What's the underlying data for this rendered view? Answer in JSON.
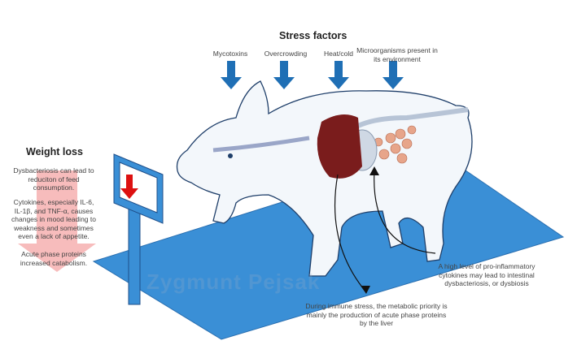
{
  "title": "Stress factors",
  "stress_factors": [
    "Mycotoxins",
    "Overcrowding",
    "Heat/cold",
    "Microorganisms present in its environment"
  ],
  "weight_loss": {
    "heading": "Weight loss",
    "paragraphs": [
      "Dysbacteriosis can lead to reduciton of feed consumption.",
      "Cytokines, especially IL-6, IL-1β, and TNF-α, causes changes in mood leading to weakness and sometimes even a lack of appetite.",
      "Acute phase proteins increased catabolism."
    ]
  },
  "annotations": {
    "liver": "During immune stress, the metabolic priority is mainly the production of acute phase proteins  by the liver",
    "intestine": "A high level of pro-inflammatory cytokines may lead to intestinal dysbacteriosis, or dysbiosis"
  },
  "watermark": "Zygmunt Pejsak",
  "colors": {
    "arrow_blue": "#1f6fb5",
    "mat_blue": "#3a8fd6",
    "liver": "#7a1c1c",
    "weight_arrow": "#f4a0a0"
  }
}
